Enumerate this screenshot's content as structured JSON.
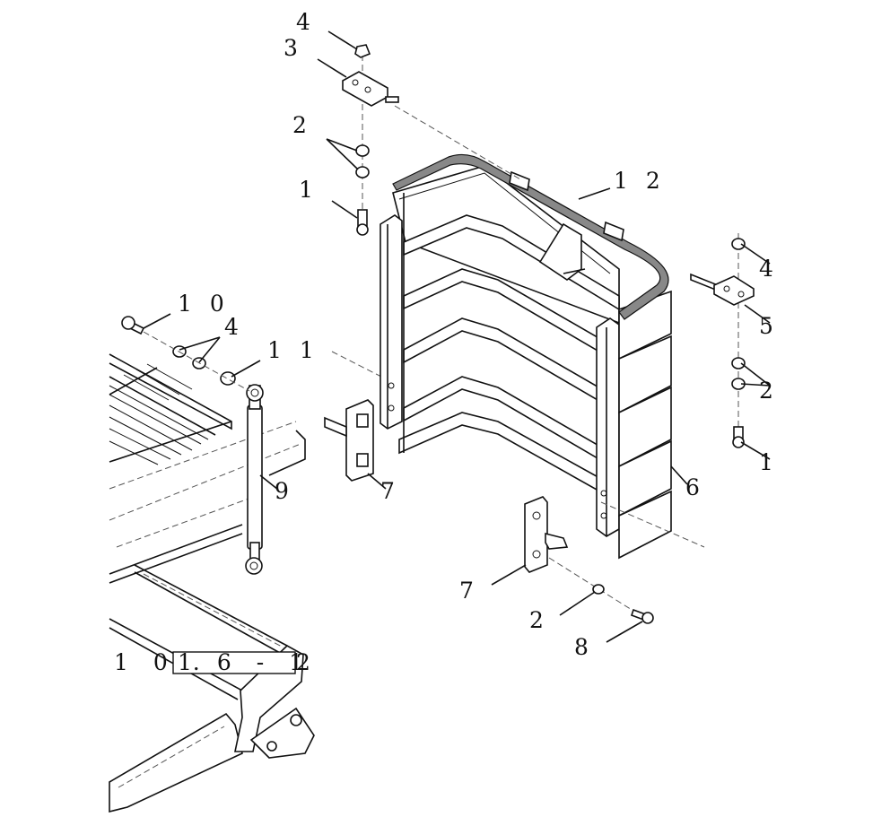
{
  "callouts": {
    "c1": "1",
    "c2": "2",
    "c3": "3",
    "c4": "4",
    "c10": "1 0",
    "c4b": "4",
    "c11": "1 1",
    "c12": "1 2",
    "c4r": "4",
    "c5": "5",
    "c2r": "2",
    "c1r": "1",
    "c6": "6",
    "c7a": "7",
    "c9": "9",
    "c7b": "7",
    "c2b": "2",
    "c8": "8"
  },
  "reference": {
    "prefix": "1 0 .",
    "boxed": "1 6 - 1",
    "suffix": "2"
  }
}
